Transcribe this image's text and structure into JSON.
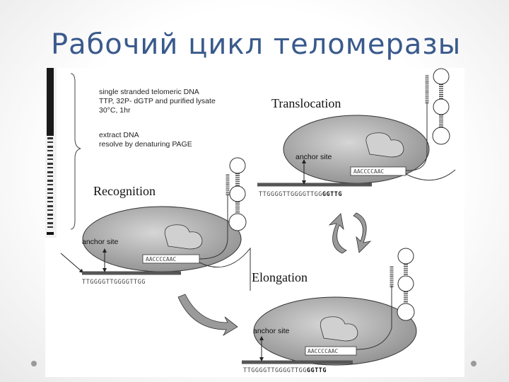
{
  "slide": {
    "title": "Рабочий цикл теломеразы"
  },
  "protocol": {
    "lines": [
      "single stranded telomeric DNA",
      "TTP, 32P- dGTP and purified lysate",
      "30°C, 1hr",
      "",
      "extract DNA",
      "resolve by denaturing PAGE"
    ]
  },
  "stages": {
    "translocation": {
      "label": "Translocation",
      "anchor": "anchor site",
      "template": "AACCCCAAC",
      "seq_plain": "TTGGGGTTGGGGTTGG",
      "seq_bold": "GGTTG"
    },
    "recognition": {
      "label": "Recognition",
      "anchor": "anchor site",
      "template": "AACCCCAAC",
      "seq_plain": "TTGGGGTTGGGGTTGG",
      "seq_bold": ""
    },
    "elongation": {
      "label": "Elongation",
      "anchor": "anchor site",
      "template": "AACCCCAAC",
      "seq_plain": "TTGGGGTTGGGGTTGG",
      "seq_bold": "GGTTG"
    }
  },
  "colors": {
    "title": "#3a5a8c",
    "enzyme": "#a9a9a9",
    "dna_bar": "#555555"
  }
}
